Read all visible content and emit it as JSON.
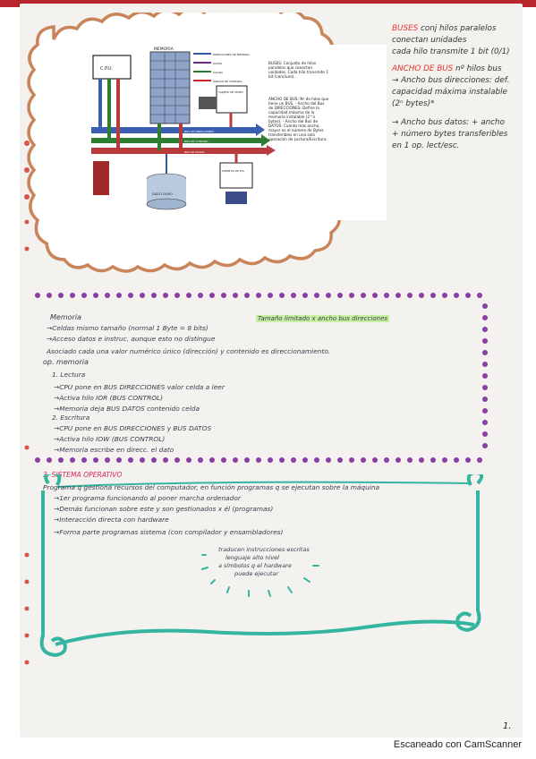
{
  "diagram": {
    "labels": {
      "cpu": "C.P.U.",
      "memoria": "MEMORIA",
      "direcciones": "DIRECCIONES DE MEMORIA",
      "datos": "DATOS",
      "salida": "SALIDA",
      "control": "UNIDAD DE CONTROL",
      "bus_direcciones": "BUS DE DIRECCIONES",
      "bus_control": "BUS DE CONTROL",
      "bus_datos": "BUS DE DATOS",
      "tarjeta_video": "TARJETA DE VIDEO",
      "disco_duro": "DISCO DURO",
      "puertos": "PUERTOS DE E/S"
    },
    "note_buses": "BUSES: Conjunto de hilos paralelos que conectan unidades. Cada hilo transmite 1 bit (cero/uno).",
    "note_ancho": "ANCHO DE BUS: Nº de hilos que tiene un BUS. - Ancho del Bus de DIRECCIONES: Define la capacidad máxima de la memoria instalable (2^n bytes). - Ancho del Bus de DATOS: Cuanto más ancho, mayor es el número de Bytes transferibles en una sola operación de Lectura/Escritura."
  },
  "side_notes": {
    "l1_red": "BUSES",
    "l1_rest": " conj hilos paralelos",
    "l2": "conectan unidades",
    "l3": "cada hilo transmite 1 bit (0/1)",
    "l4_red": "ANCHO DE BUS",
    "l4_rest": " nº hilos bus",
    "l5": "→ Ancho bus direcciones: def.",
    "l6": "capacidad máxima instalable",
    "l7": "(2ⁿ bytes)*",
    "l8": "→ Ancho bus datos: + ancho",
    "l9": "+ número bytes transferibles",
    "l10": "en 1 op. lect/esc."
  },
  "notes": {
    "memoria_title": "Memoria",
    "highlight": "Tamaño limitado x ancho bus direcciones",
    "m1": "→Celdas mismo tamaño (normal 1 Byte = 8 bits)",
    "m2": "→Acceso datos e instruc. aunque esto no distingue",
    "m3": "Asociado cada una valor numérico único (dirección) y contenido es direccionamiento.",
    "op_memoria": "op. memoria",
    "lectura": "1. Lectura",
    "l1": "→CPU pone en BUS DIRECCIONES valor celda a leer",
    "l2": "→Activa hilo IOR (BUS CONTROL)",
    "l3": "→Memoria deja BUS DATOS contenido celda",
    "escritura": "2. Escritura",
    "e1": "→CPU pone en BUS DIRECCIONES y BUS DATOS",
    "e2": "→Activa hilo IOW (BUS CONTROL)",
    "e3": "→Memoria escribe en direcc. el dato",
    "so_title": "3. SISTEMA OPERATIVO",
    "s1": "Programa q gestiona recursos del computador, en función programas q se ejecutan sobre la máquina",
    "s2": "→1er programa funcionando al poner marcha ordenador",
    "s3": "→Demás funcionan sobre este y son gestionados x él (programas)",
    "s4": "→Interacción directa con hardware",
    "s5": "→Forma parte programas sistema (con compilador y ensambladores)",
    "c1": "traducen instrucciones escritas",
    "c2": "lenguaje alto nivel",
    "c3": "a símbolos q el hardware",
    "c4": "puede ejecutar"
  },
  "page_number": "1.",
  "footer": "Escaneado con CamScanner"
}
